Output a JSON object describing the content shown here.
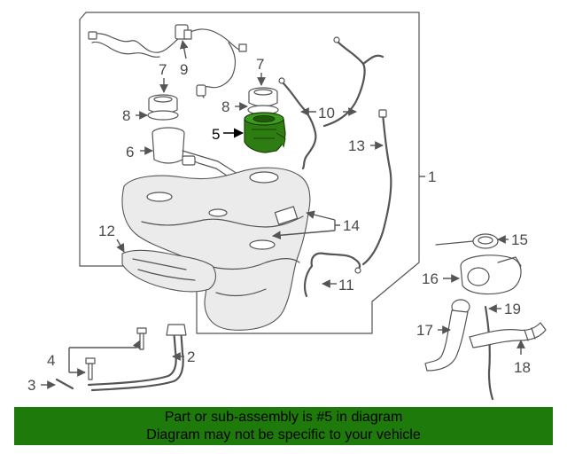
{
  "callouts": {
    "c1": "1",
    "c2": "2",
    "c3": "3",
    "c4": "4",
    "c5": "5",
    "c6": "6",
    "c7a": "7",
    "c7b": "7",
    "c8a": "8",
    "c8b": "8",
    "c9": "9",
    "c10": "10",
    "c11": "11",
    "c12": "12",
    "c13": "13",
    "c14": "14",
    "c15": "15",
    "c16": "16",
    "c17": "17",
    "c18": "18",
    "c19": "19"
  },
  "highlight": {
    "part": "5",
    "color": "#2e7d13"
  },
  "footer": {
    "line1": "Part or sub-assembly is #5 in diagram",
    "line2": "Diagram may not be specific to your vehicle",
    "color": "#1e7a0a"
  }
}
